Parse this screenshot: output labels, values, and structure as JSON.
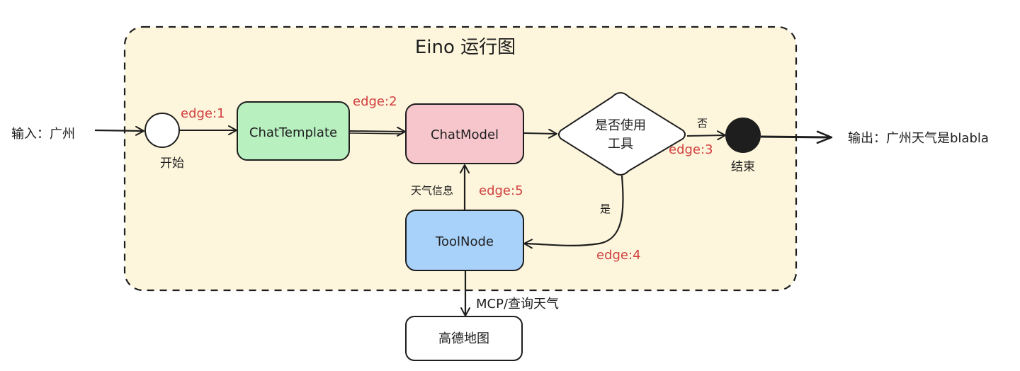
{
  "title": "Eino 运行图",
  "input_label": "输入：广州",
  "output_label": "输出：广州天气是blabla",
  "nodes": {
    "start": "开始",
    "chat_template": "ChatTemplate",
    "chat_model": "ChatModel",
    "decision_line1": "是否使用",
    "decision_line2": "工具",
    "end": "结束",
    "tool_node": "ToolNode",
    "amap": "高德地图"
  },
  "edges": {
    "e1": "edge:1",
    "e2": "edge:2",
    "e3": "edge:3",
    "e4": "edge:4",
    "e5": "edge:5"
  },
  "edge_notes": {
    "no": "否",
    "yes": "是",
    "weather_info": "天气信息",
    "mcp": "MCP/查询天气"
  },
  "colors": {
    "container_fill": "#fdf6dc",
    "chat_template_fill": "#b8f0c0",
    "chat_model_fill": "#f6c6cc",
    "tool_node_fill": "#a9d2fb",
    "edge_label": "#d13f3f"
  }
}
